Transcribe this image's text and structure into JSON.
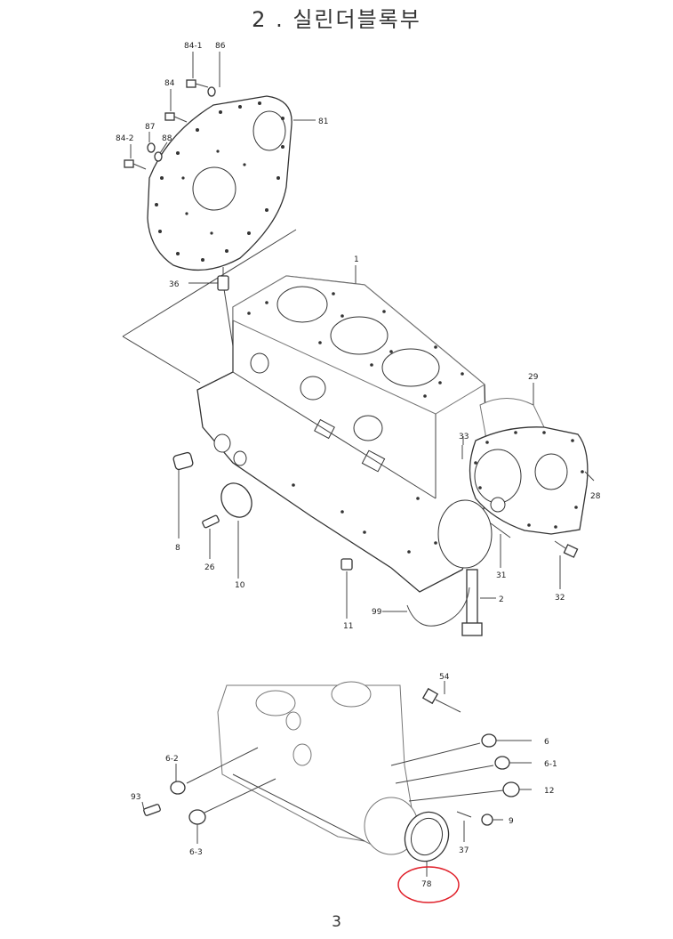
{
  "title": "2 . 실린더블록부",
  "page_number": "3",
  "highlight_color": "#e0202a",
  "labels": {
    "p84_1": "84-1",
    "p86": "86",
    "p84": "84",
    "p87": "87",
    "p84_2": "84-2",
    "p88": "88",
    "p81": "81",
    "p36": "36",
    "p1": "1",
    "p29": "29",
    "p33": "33",
    "p28": "28",
    "p8": "8",
    "p26": "26",
    "p10": "10",
    "p31": "31",
    "p32": "32",
    "p2": "2",
    "p99": "99",
    "p11": "11",
    "p54": "54",
    "p6": "6",
    "p6_1": "6-1",
    "p12": "12",
    "p6_2": "6-2",
    "p93": "93",
    "p9": "9",
    "p37": "37",
    "p6_3": "6-3",
    "p78": "78"
  }
}
